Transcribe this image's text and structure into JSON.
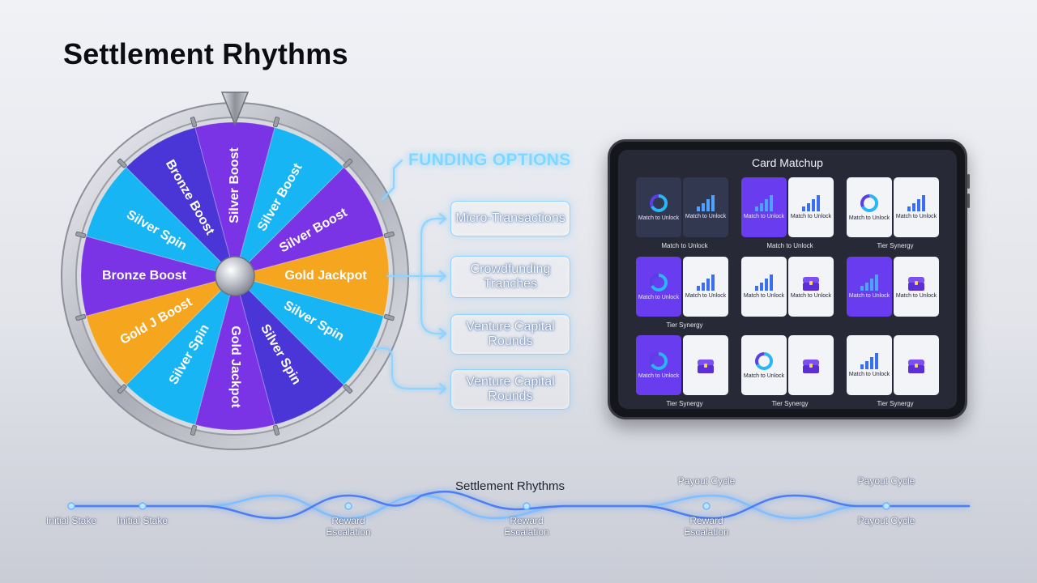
{
  "page": {
    "title": "Settlement Rhythms"
  },
  "wheel": {
    "segments": [
      {
        "label": "Silver Boost",
        "color": "#7a34e6"
      },
      {
        "label": "Silver Boost",
        "color": "#18b5f4"
      },
      {
        "label": "Silver Boost",
        "color": "#7a34e6"
      },
      {
        "label": "Gold Jackpot",
        "color": "#f6a51f"
      },
      {
        "label": "Silver Spin",
        "color": "#18b5f4"
      },
      {
        "label": "Silver Spin",
        "color": "#4a36d6"
      },
      {
        "label": "Gold Jackpot",
        "color": "#7a34e6"
      },
      {
        "label": "Silver Spin",
        "color": "#18b5f4"
      },
      {
        "label": "Gold J Boost",
        "color": "#f6a51f"
      },
      {
        "label": "Bronze Boost",
        "color": "#7a34e6"
      },
      {
        "label": "Silver Spin",
        "color": "#18b5f4"
      },
      {
        "label": "Bronze Boost",
        "color": "#4a36d6"
      }
    ]
  },
  "funding": {
    "title": "FUNDING OPTIONS",
    "options": [
      "Micro-Transactions",
      "Crowdfunding Tranches",
      "Venture Capital Rounds",
      "Venture Capital Rounds"
    ]
  },
  "tablet": {
    "title": "Card Matchup",
    "pairs": [
      {
        "label": "Match to Unlock",
        "cards": [
          {
            "style": "dark",
            "icon": "ring",
            "text": "Match to Unlock"
          },
          {
            "style": "dark",
            "icon": "bars",
            "text": "Match to Unlock"
          }
        ]
      },
      {
        "label": "Match to Unlock",
        "cards": [
          {
            "style": "purple",
            "icon": "bars",
            "text": "Match to Unlock"
          },
          {
            "style": "white",
            "icon": "bars",
            "text": "Match to Unlock"
          }
        ]
      },
      {
        "label": "Tier Synergy",
        "cards": [
          {
            "style": "white",
            "icon": "ring",
            "text": "Match to Unlock"
          },
          {
            "style": "white",
            "icon": "bars",
            "text": "Match to Unlock"
          }
        ]
      },
      {
        "label": "Tier Synergy",
        "cards": [
          {
            "style": "purple",
            "icon": "ring",
            "text": "Match to Unlock"
          },
          {
            "style": "white",
            "icon": "bars",
            "text": "Match to Unlock"
          }
        ]
      },
      {
        "label": "",
        "cards": [
          {
            "style": "white",
            "icon": "bars",
            "text": "Match to Unlock"
          },
          {
            "style": "white",
            "icon": "chest",
            "text": "Match to Unlock"
          }
        ]
      },
      {
        "label": "",
        "cards": [
          {
            "style": "purple",
            "icon": "bars",
            "text": "Match to Unlock"
          },
          {
            "style": "white",
            "icon": "chest",
            "text": "Match to Unlock"
          }
        ]
      },
      {
        "label": "Tier Synergy",
        "cards": [
          {
            "style": "purple",
            "icon": "ring",
            "text": "Match to Unlock"
          },
          {
            "style": "white",
            "icon": "chest",
            "text": ""
          }
        ]
      },
      {
        "label": "Tier Synergy",
        "cards": [
          {
            "style": "white",
            "icon": "ring",
            "text": "Match to Unlock"
          },
          {
            "style": "white",
            "icon": "chest",
            "text": ""
          }
        ]
      },
      {
        "label": "Tier Synergy",
        "cards": [
          {
            "style": "white",
            "icon": "bars",
            "text": "Match to Unlock"
          },
          {
            "style": "white",
            "icon": "chest",
            "text": ""
          }
        ]
      }
    ]
  },
  "timeline": {
    "title": "Settlement Rhythms",
    "labels": [
      {
        "text": "Initial Stake",
        "pos": "below"
      },
      {
        "text": "Initial Stake",
        "pos": "below"
      },
      {
        "text": "Reward Escalation",
        "pos": "below"
      },
      {
        "text": "Reward Escalation",
        "pos": "below"
      },
      {
        "text": "Payout Cycle",
        "pos": "above"
      },
      {
        "text": "Reward Escalation",
        "pos": "below"
      },
      {
        "text": "Payout Cycle",
        "pos": "above"
      },
      {
        "text": "Payout Cycle",
        "pos": "below"
      }
    ]
  }
}
